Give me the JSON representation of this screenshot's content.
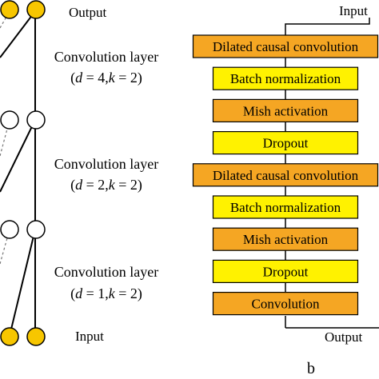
{
  "left_panel": {
    "top_label": "Output",
    "bottom_label": "Input",
    "layers": [
      {
        "title": "Convolution layer",
        "d": "4",
        "k": "2"
      },
      {
        "title": "Convolution layer",
        "d": "2",
        "k": "2"
      },
      {
        "title": "Convolution layer",
        "d": "1",
        "k": "2"
      }
    ],
    "param_template": {
      "d_symbol": "d",
      "k_symbol": "k"
    }
  },
  "right_panel": {
    "input_label": "Input",
    "output_label": "Output",
    "blocks": [
      {
        "label": "Dilated causal convolution",
        "kind": "dark"
      },
      {
        "label": "Batch normalization",
        "kind": "light"
      },
      {
        "label": "Mish activation",
        "kind": "dark"
      },
      {
        "label": "Dropout",
        "kind": "light"
      },
      {
        "label": "Dilated causal convolution",
        "kind": "dark"
      },
      {
        "label": "Batch normalization",
        "kind": "light"
      },
      {
        "label": "Mish activation",
        "kind": "dark"
      },
      {
        "label": "Dropout",
        "kind": "light"
      },
      {
        "label": "Convolution",
        "kind": "dark"
      }
    ]
  },
  "panel_letter": "b",
  "colors": {
    "dark_block": "#F5A623",
    "light_block": "#FFF200",
    "io_node": "#F7C600",
    "hidden_node": "#FFFFFF",
    "stroke": "#000000"
  }
}
